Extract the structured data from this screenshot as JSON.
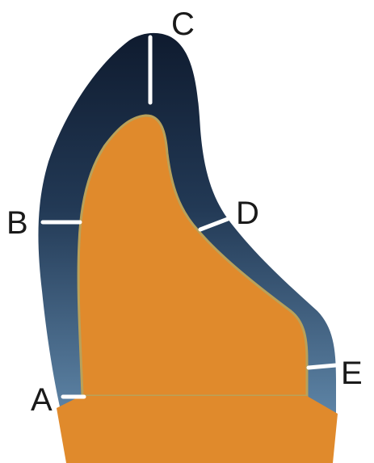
{
  "diagram": {
    "labels": {
      "a": "A",
      "b": "B",
      "c": "C",
      "d": "D",
      "e": "E"
    },
    "colors": {
      "enamel_top": "#0f1b2f",
      "enamel_bottom": "#5f86a8",
      "core": "#e08a2c",
      "core_edge": "#b9a15a",
      "marker": "#ffffff",
      "label": "#1a1a1a"
    }
  }
}
